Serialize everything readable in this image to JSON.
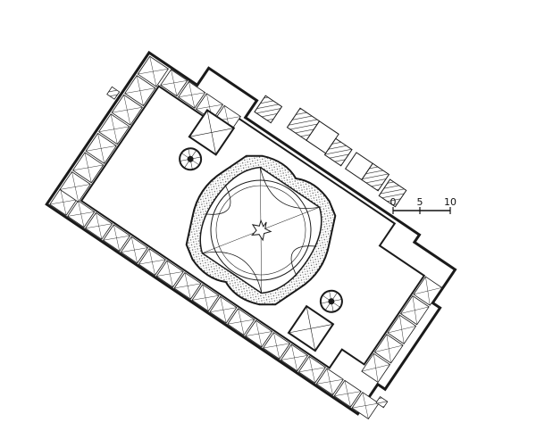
{
  "scale_bar": {
    "labels": [
      "0",
      "5",
      "10"
    ]
  },
  "colors": {
    "ink": "#1a1a1a",
    "paper": "#ffffff",
    "stipple": "#888888"
  }
}
